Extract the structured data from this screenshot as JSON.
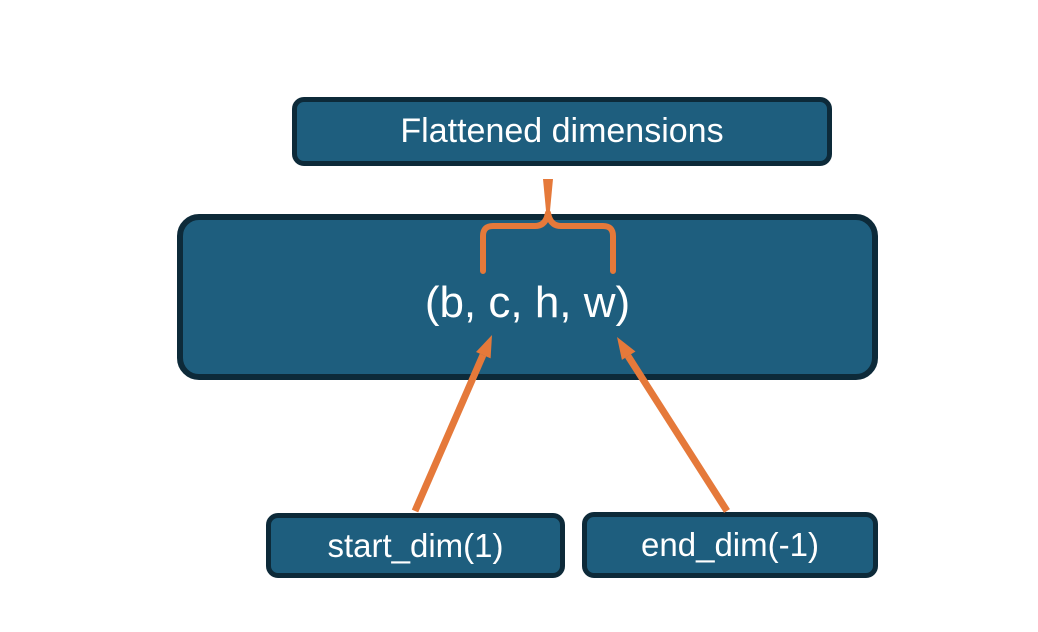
{
  "diagram": {
    "flattened_node": {
      "label": "Flattened dimensions"
    },
    "tensor_node": {
      "label": "(b, c, h, w)"
    },
    "start_node": {
      "label": "start_dim(1)"
    },
    "end_node": {
      "label": "end_dim(-1)"
    }
  },
  "colors": {
    "node_fill": "#1e5e7e",
    "node_border": "#0d2a39",
    "accent_orange": "#e5793a",
    "text": "#ffffff",
    "background": "#ffffff"
  }
}
